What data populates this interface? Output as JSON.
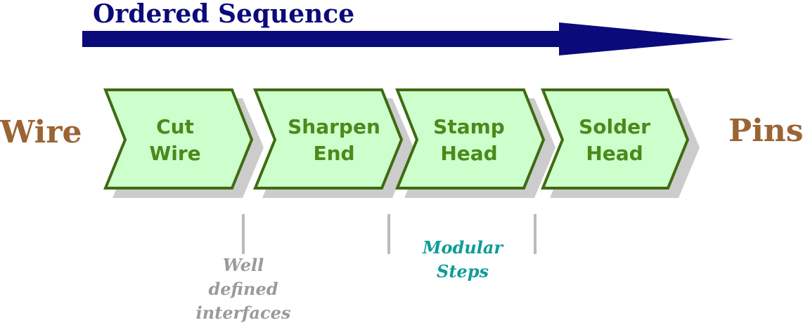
{
  "diagram": {
    "title": "Ordered Sequence",
    "input_label": "Wire",
    "output_label": "Pins",
    "steps": [
      {
        "line1": "Cut",
        "line2": "Wire"
      },
      {
        "line1": "Sharpen",
        "line2": "End"
      },
      {
        "line1": "Stamp",
        "line2": "Head"
      },
      {
        "line1": "Solder",
        "line2": "Head"
      }
    ],
    "notes": {
      "interfaces": [
        "Well",
        "defined",
        "interfaces"
      ],
      "modular": [
        "Modular",
        "Steps"
      ]
    }
  },
  "colors": {
    "title": "#0a0a7a",
    "sequence_arrow": "#0a0a7a",
    "endpoint_text": "#9b6434",
    "step_fill": "#ccffcc",
    "step_border": "#3f6b12",
    "step_text": "#4a8a1a",
    "step_shadow": "#cccccc",
    "divider": "#bbbbbb",
    "note_interfaces": "#9a9a9a",
    "note_modular": "#0f9c98"
  }
}
